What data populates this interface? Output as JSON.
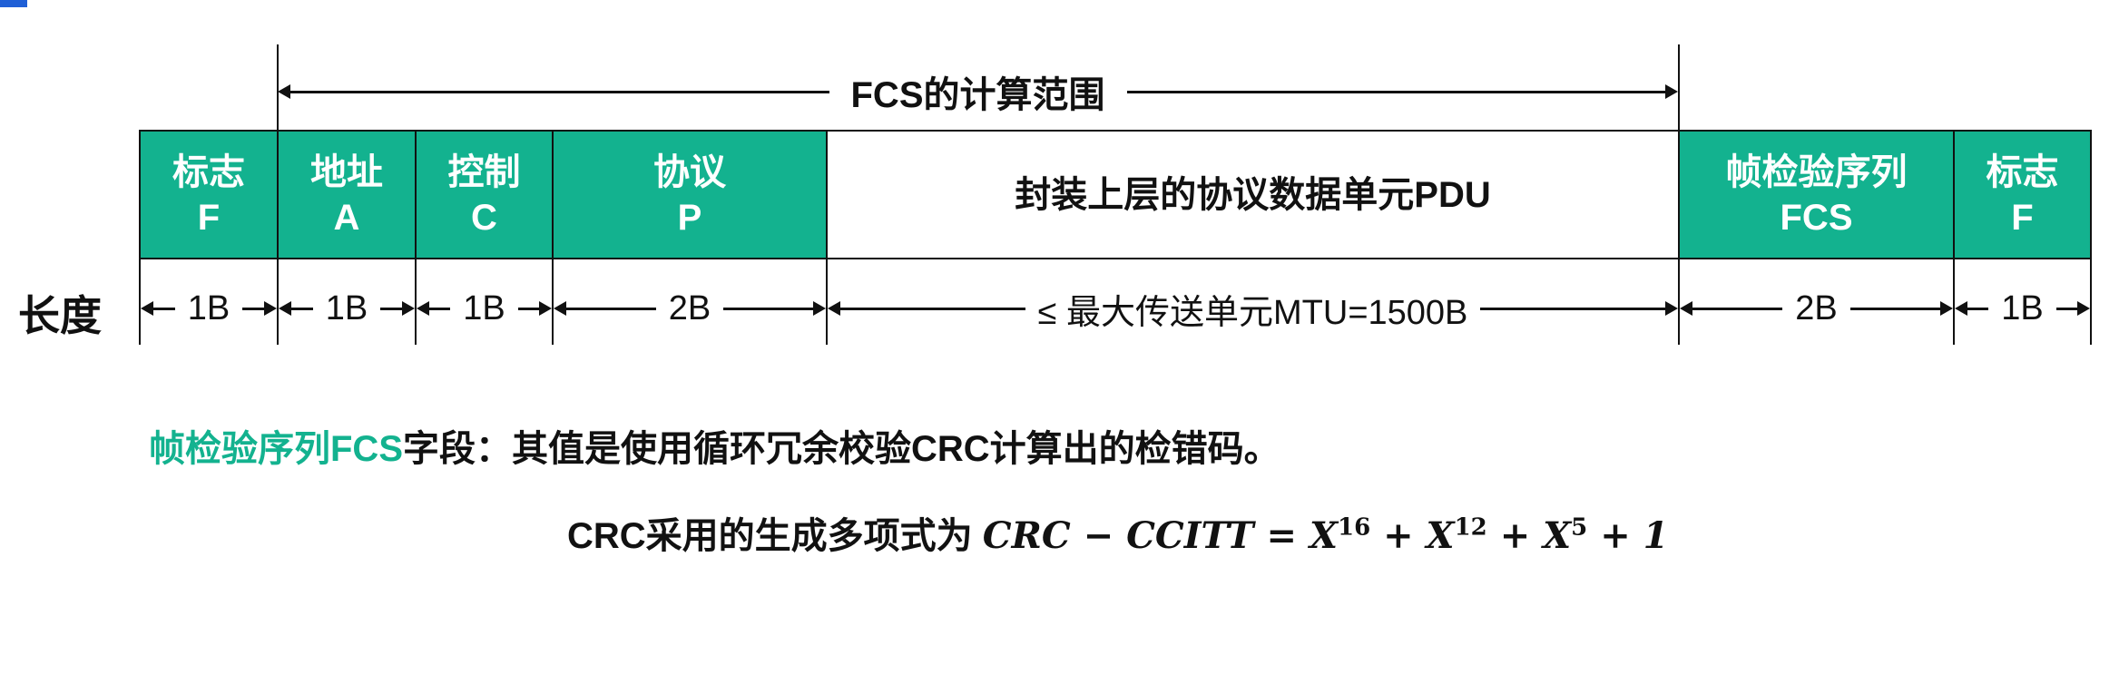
{
  "fcs_range_label": "FCS的计算范围",
  "length_label": "长度",
  "fields": [
    {
      "name": "标志",
      "abbr": "F",
      "length": "1B",
      "style": "green"
    },
    {
      "name": "地址",
      "abbr": "A",
      "length": "1B",
      "style": "green"
    },
    {
      "name": "控制",
      "abbr": "C",
      "length": "1B",
      "style": "green"
    },
    {
      "name": "协议",
      "abbr": "P",
      "length": "2B",
      "style": "green"
    },
    {
      "name": "封装上层的协议数据单元PDU",
      "abbr": "",
      "length": "≤ 最大传送单元MTU=1500B",
      "style": "white"
    },
    {
      "name": "帧检验序列",
      "abbr": "FCS",
      "length": "2B",
      "style": "green"
    },
    {
      "name": "标志",
      "abbr": "F",
      "length": "1B",
      "style": "green"
    }
  ],
  "note": {
    "highlight": "帧检验序列FCS",
    "text": "字段：其值是使用循环冗余校验CRC计算出的检错码。",
    "crc_prefix": "CRC采用的生成多项式为",
    "formula": {
      "lhs": "CRC − CCITT = ",
      "t1": "X",
      "e1": "16",
      "t2": " + X",
      "e2": "12",
      "t3": " + X",
      "e3": "5",
      "t4": " + 1"
    }
  },
  "colors": {
    "accent": "#13b28f"
  }
}
